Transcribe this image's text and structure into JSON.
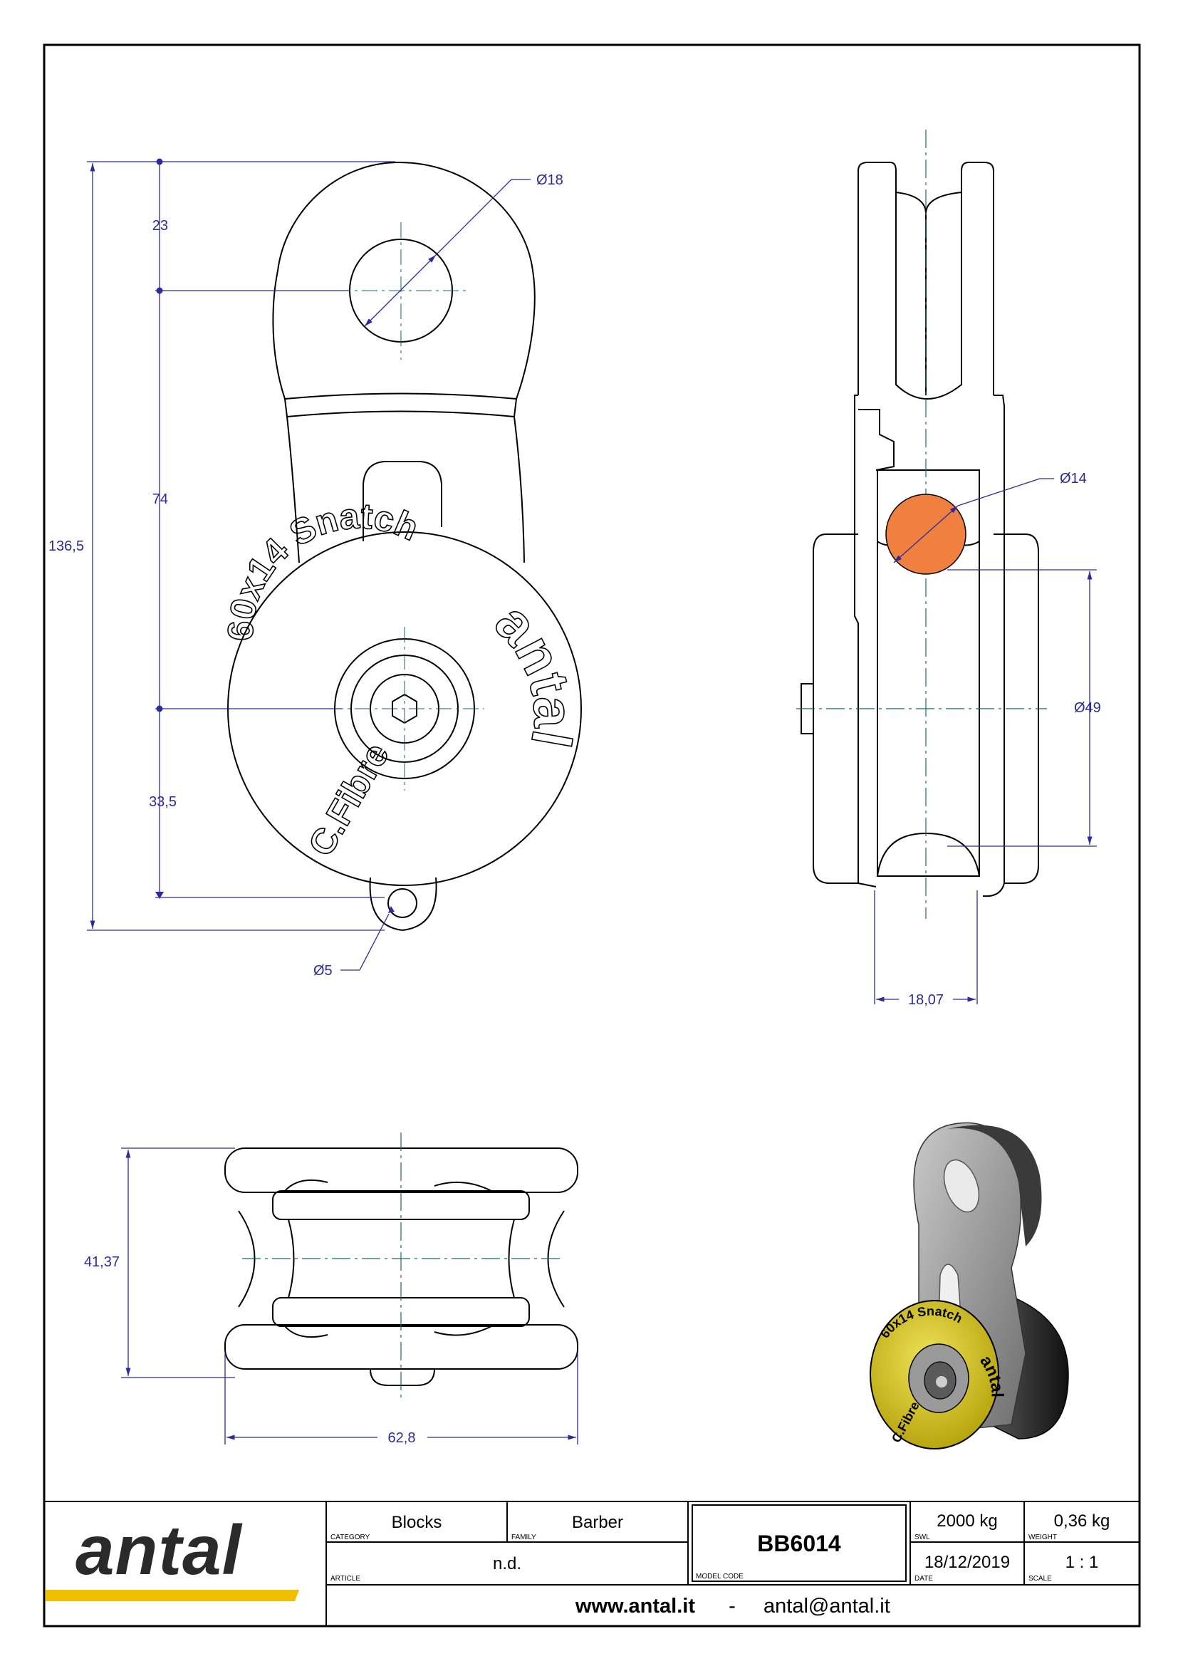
{
  "drawing": {
    "dimensions": {
      "front": {
        "overall_height": "136,5",
        "top_to_eye_center": "23",
        "eye_center_to_sheave_center": "74",
        "sheave_center_to_small_hole": "33,5",
        "eye_diameter": "Ø18",
        "small_hole_diameter": "Ø5"
      },
      "side": {
        "pin_diameter": "Ø14",
        "sheave_diameter": "Ø49",
        "sheave_width": "18,07"
      },
      "bottom": {
        "height": "41,37",
        "width": "62,8"
      }
    },
    "part_engraving": {
      "cheek_text": "60x14 Snatch",
      "material_text": "C.Fibre",
      "brand_text": "antal"
    },
    "colors": {
      "dimension_lines": "#2b2b9c",
      "axle_pin": "#f08040",
      "render_cheek_yellow": "#d8cc1a",
      "logo_underline": "#f0c000"
    }
  },
  "title_block": {
    "logo_text": "antal",
    "category_value": "Blocks",
    "category_caption": "CATEGORY",
    "family_value": "Barber",
    "family_caption": "FAMILY",
    "model_code_value": "BB6014",
    "model_code_caption": "MODEL CODE",
    "article_value": "n.d.",
    "article_caption": "ARTICLE",
    "swl_value": "2000 kg",
    "swl_caption": "SWL",
    "weight_value": "0,36 kg",
    "weight_caption": "WEIGHT",
    "date_value": "18/12/2019",
    "date_caption": "DATE",
    "scale_value": "1 : 1",
    "scale_caption": "SCALE",
    "website": "www.antal.it",
    "separator": "-",
    "email": "antal@antal.it"
  }
}
